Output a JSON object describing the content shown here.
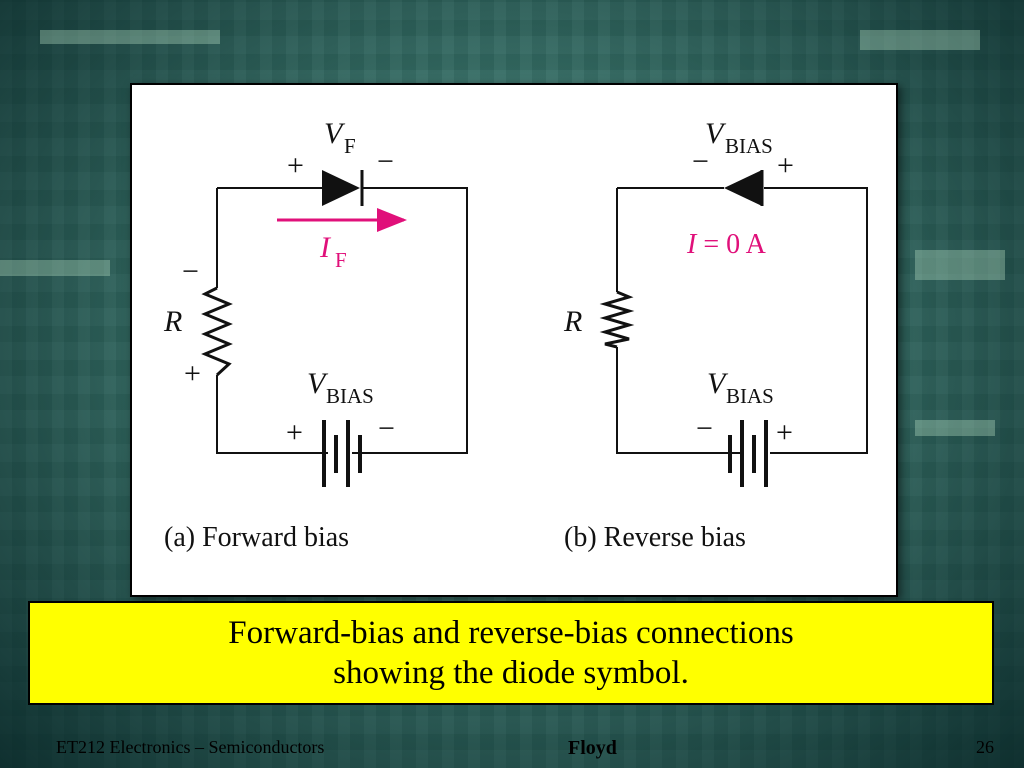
{
  "figure": {
    "forward": {
      "vf_main": "V",
      "vf_sub": "F",
      "plus_top": "+",
      "minus_top": "−",
      "if_main": "I",
      "if_sub": "F",
      "r": "R",
      "r_minus": "−",
      "r_plus": "+",
      "vbias_main": "V",
      "vbias_sub": "BIAS",
      "bat_plus": "+",
      "bat_minus": "−",
      "label": "(a) Forward bias"
    },
    "reverse": {
      "vbias_top_main": "V",
      "vbias_top_sub": "BIAS",
      "minus_top": "−",
      "plus_top": "+",
      "current_i": "I",
      "current_rest": " = 0 A",
      "r": "R",
      "vbias_main": "V",
      "vbias_sub": "BIAS",
      "bat_minus": "−",
      "bat_plus": "+",
      "label": "(b) Reverse bias"
    }
  },
  "caption": {
    "line1": "Forward-bias and reverse-bias connections",
    "line2": "showing the diode symbol."
  },
  "footer": {
    "left": "ET212 Electronics – Semiconductors",
    "center": "Floyd",
    "right": "26"
  },
  "colors": {
    "current_arrow": "#e0107a",
    "caption_bg": "#ffff00"
  }
}
